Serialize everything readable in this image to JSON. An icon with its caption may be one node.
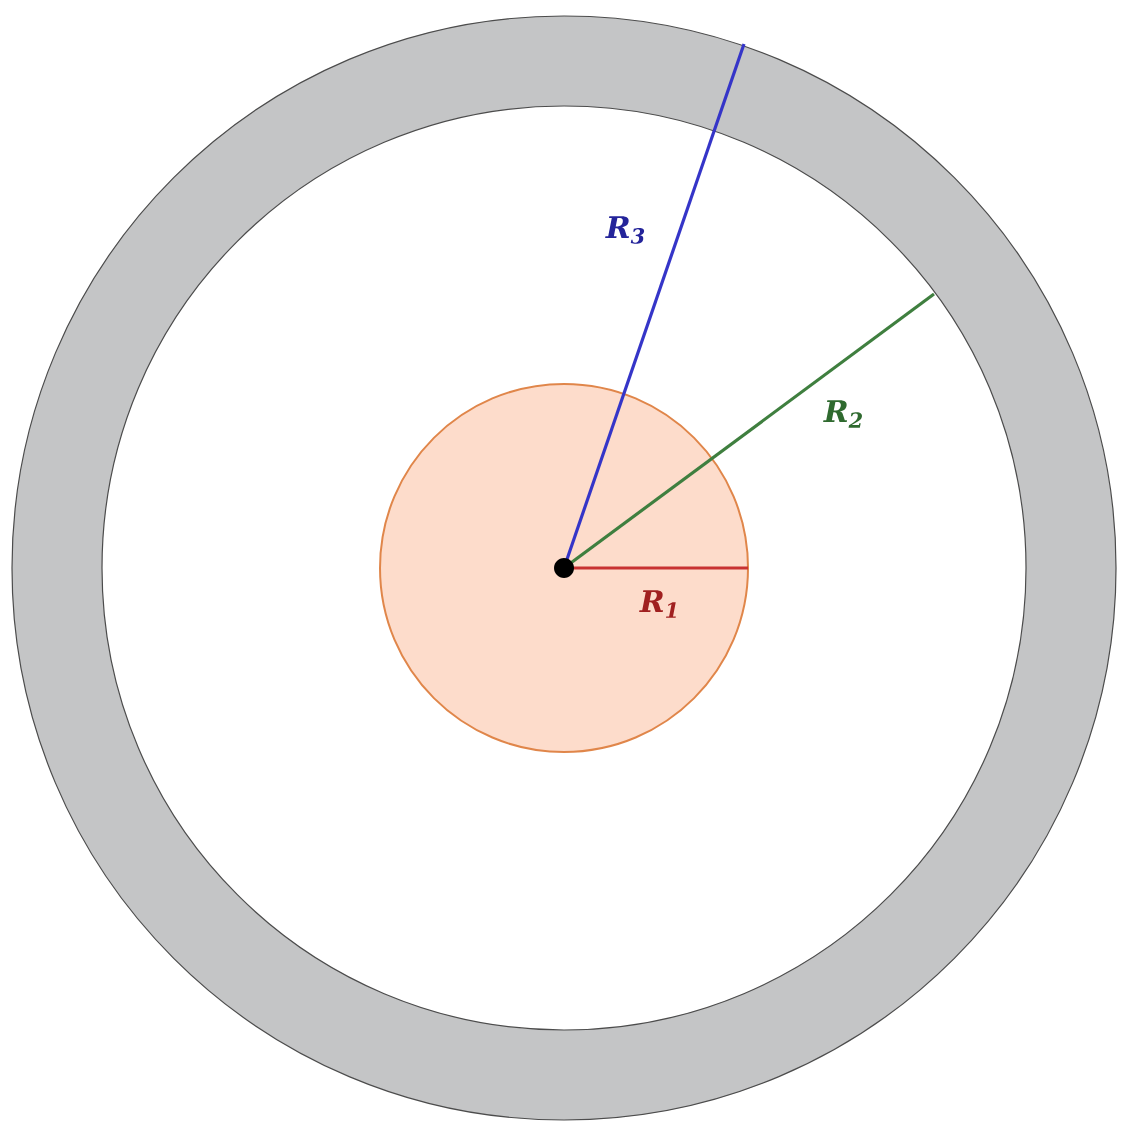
{
  "diagram": {
    "labels": [
      "R$_{3}$",
      "R$_{2}$",
      "R$_{1}$"
    ]
  }
}
